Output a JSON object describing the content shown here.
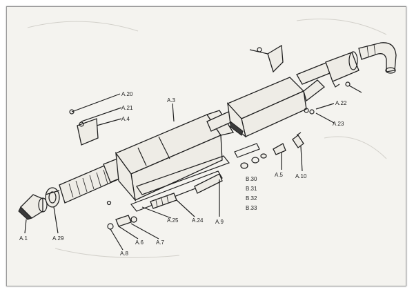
{
  "diagram": {
    "labels": {
      "a1": "A.1",
      "a29": "A.29",
      "a20": "A.20",
      "a21": "A.21",
      "a4": "A.4",
      "a3": "A.3",
      "a22": "A.22",
      "a23": "A.23",
      "a5": "A.5",
      "a10": "A.10",
      "b30": "B.30",
      "b31": "B.31",
      "b32": "B.32",
      "b33": "B.33",
      "a25": "A.25",
      "a24": "A.24",
      "a9": "A.9",
      "a6": "A.6",
      "a7": "A.7",
      "a8": "A.8"
    }
  }
}
